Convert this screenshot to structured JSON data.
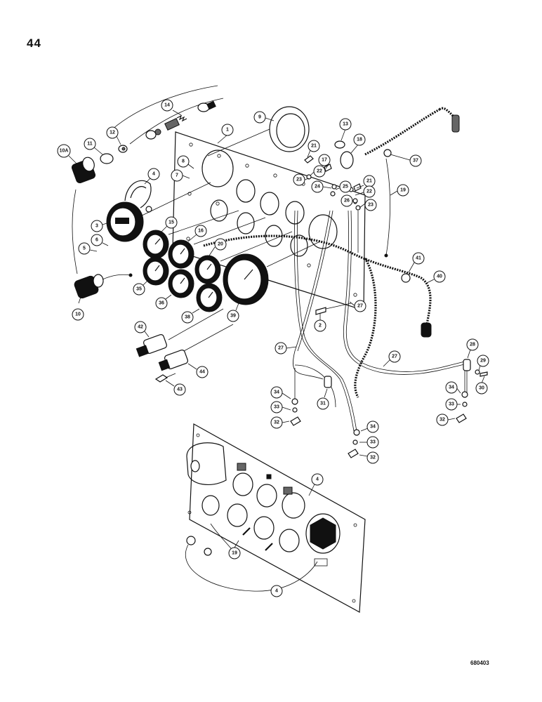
{
  "page_number": "44",
  "figure_code": "680403",
  "callouts": [
    {
      "id": "c1",
      "label": "1"
    },
    {
      "id": "c9",
      "label": "9"
    },
    {
      "id": "c14",
      "label": "14"
    },
    {
      "id": "c13",
      "label": "13"
    },
    {
      "id": "c18",
      "label": "18"
    },
    {
      "id": "c37",
      "label": "37"
    },
    {
      "id": "c10a",
      "label": "10A"
    },
    {
      "id": "c11",
      "label": "11"
    },
    {
      "id": "c12",
      "label": "12"
    },
    {
      "id": "c21a",
      "label": "21"
    },
    {
      "id": "c21b",
      "label": "21"
    },
    {
      "id": "c8",
      "label": "8"
    },
    {
      "id": "c7",
      "label": "7"
    },
    {
      "id": "c4a",
      "label": "4"
    },
    {
      "id": "c22a",
      "label": "22"
    },
    {
      "id": "c17",
      "label": "17"
    },
    {
      "id": "c23a",
      "label": "23"
    },
    {
      "id": "c24",
      "label": "24"
    },
    {
      "id": "c25",
      "label": "25"
    },
    {
      "id": "c22b",
      "label": "22"
    },
    {
      "id": "c19a",
      "label": "19"
    },
    {
      "id": "c26",
      "label": "26"
    },
    {
      "id": "c23b",
      "label": "23"
    },
    {
      "id": "c3",
      "label": "3"
    },
    {
      "id": "c15",
      "label": "15"
    },
    {
      "id": "c16",
      "label": "16"
    },
    {
      "id": "c6",
      "label": "6"
    },
    {
      "id": "c5",
      "label": "5"
    },
    {
      "id": "c20",
      "label": "20"
    },
    {
      "id": "c41",
      "label": "41"
    },
    {
      "id": "c40",
      "label": "40"
    },
    {
      "id": "c35",
      "label": "35"
    },
    {
      "id": "c10",
      "label": "10"
    },
    {
      "id": "c36",
      "label": "36"
    },
    {
      "id": "c38",
      "label": "38"
    },
    {
      "id": "c39",
      "label": "39"
    },
    {
      "id": "c27a",
      "label": "27"
    },
    {
      "id": "c2",
      "label": "2"
    },
    {
      "id": "c42",
      "label": "42"
    },
    {
      "id": "c27b",
      "label": "27"
    },
    {
      "id": "c27c",
      "label": "27"
    },
    {
      "id": "c28",
      "label": "28"
    },
    {
      "id": "c29",
      "label": "29"
    },
    {
      "id": "c44",
      "label": "44"
    },
    {
      "id": "c30",
      "label": "30"
    },
    {
      "id": "c43",
      "label": "43"
    },
    {
      "id": "c34a",
      "label": "34"
    },
    {
      "id": "c31",
      "label": "31"
    },
    {
      "id": "c34c",
      "label": "34"
    },
    {
      "id": "c33a",
      "label": "33"
    },
    {
      "id": "c33c",
      "label": "33"
    },
    {
      "id": "c32a",
      "label": "32"
    },
    {
      "id": "c32c",
      "label": "32"
    },
    {
      "id": "c34b",
      "label": "34"
    },
    {
      "id": "c33b",
      "label": "33"
    },
    {
      "id": "c32b",
      "label": "32"
    },
    {
      "id": "c4b",
      "label": "4"
    },
    {
      "id": "c19b",
      "label": "19"
    },
    {
      "id": "c4c",
      "label": "4"
    }
  ]
}
